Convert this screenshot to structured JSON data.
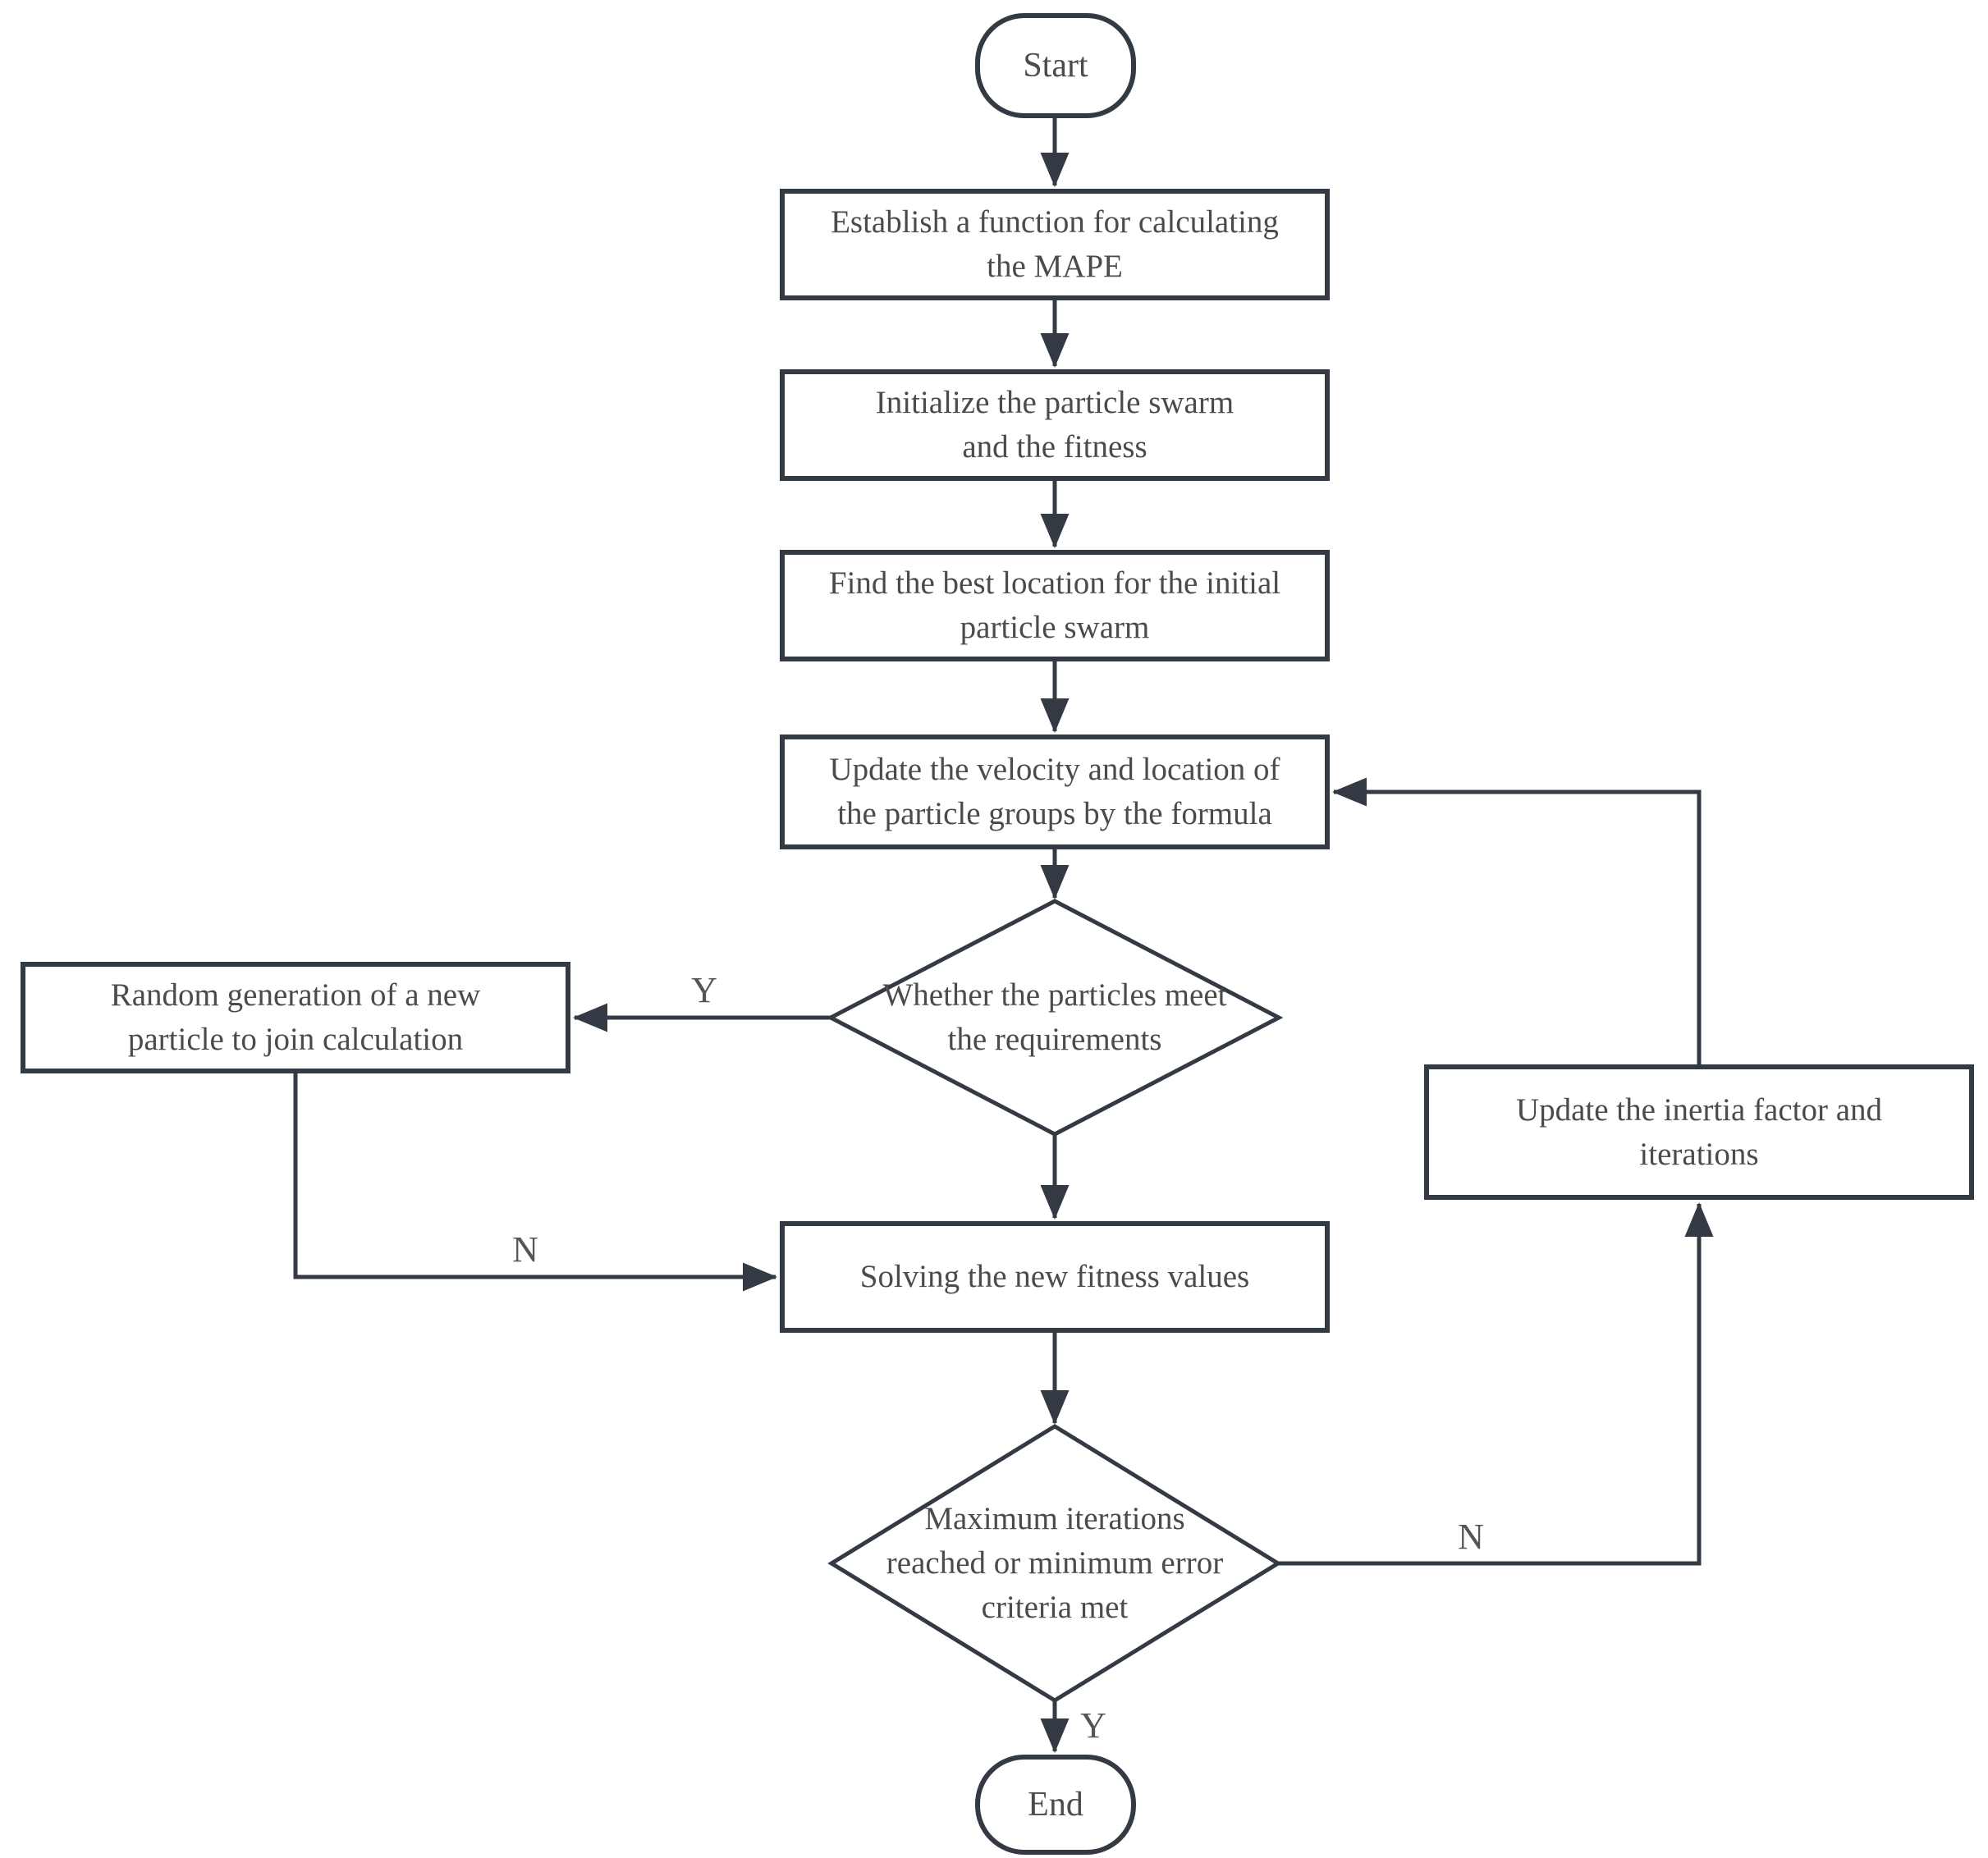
{
  "colors": {
    "stroke": "#333a44",
    "text": "#4b4b4b",
    "background": "#ffffff"
  },
  "flowchart": {
    "nodes": {
      "start": {
        "type": "terminator",
        "label": "Start"
      },
      "establish_mape": {
        "type": "process",
        "label": "Establish a function for calculating the MAPE",
        "lines": [
          "Establish a function for calculating",
          "the MAPE"
        ]
      },
      "init_swarm": {
        "type": "process",
        "label": "Initialize the particle swarm and the fitness",
        "lines": [
          "Initialize the particle swarm",
          "and the fitness"
        ]
      },
      "find_best_location": {
        "type": "process",
        "label": "Find the best location for the initial particle swarm",
        "lines": [
          "Find the best location for the initial",
          "particle swarm"
        ]
      },
      "update_velocity": {
        "type": "process",
        "label": "Update the velocity and location of the particle groups by the formula",
        "lines": [
          "Update the velocity and location of",
          "the particle groups by the formula"
        ]
      },
      "particles_meet_decision": {
        "type": "decision",
        "label": "Whether the particles meet the requirements",
        "lines": [
          "Whether the particles meet",
          "the requirements"
        ]
      },
      "random_particle": {
        "type": "process",
        "label": "Random generation of a new particle to join calculation",
        "lines": [
          "Random generation of a new",
          "particle to join calculation"
        ]
      },
      "solve_fitness": {
        "type": "process",
        "label": "Solving the new fitness values",
        "lines": [
          "Solving the new fitness values"
        ]
      },
      "max_iterations_decision": {
        "type": "decision",
        "label": "Maximum iterations reached or minimum error criteria met",
        "lines": [
          "Maximum iterations",
          "reached or minimum error",
          "criteria met"
        ]
      },
      "update_inertia": {
        "type": "process",
        "label": "Update the inertia factor and iterations",
        "lines": [
          "Update the inertia factor and",
          "iterations"
        ]
      },
      "end": {
        "type": "terminator",
        "label": "End"
      }
    },
    "edge_labels": {
      "particles_meet_yes": "Y",
      "random_to_solve_no": "N",
      "max_iterations_no": "N",
      "max_iterations_yes": "Y"
    }
  }
}
